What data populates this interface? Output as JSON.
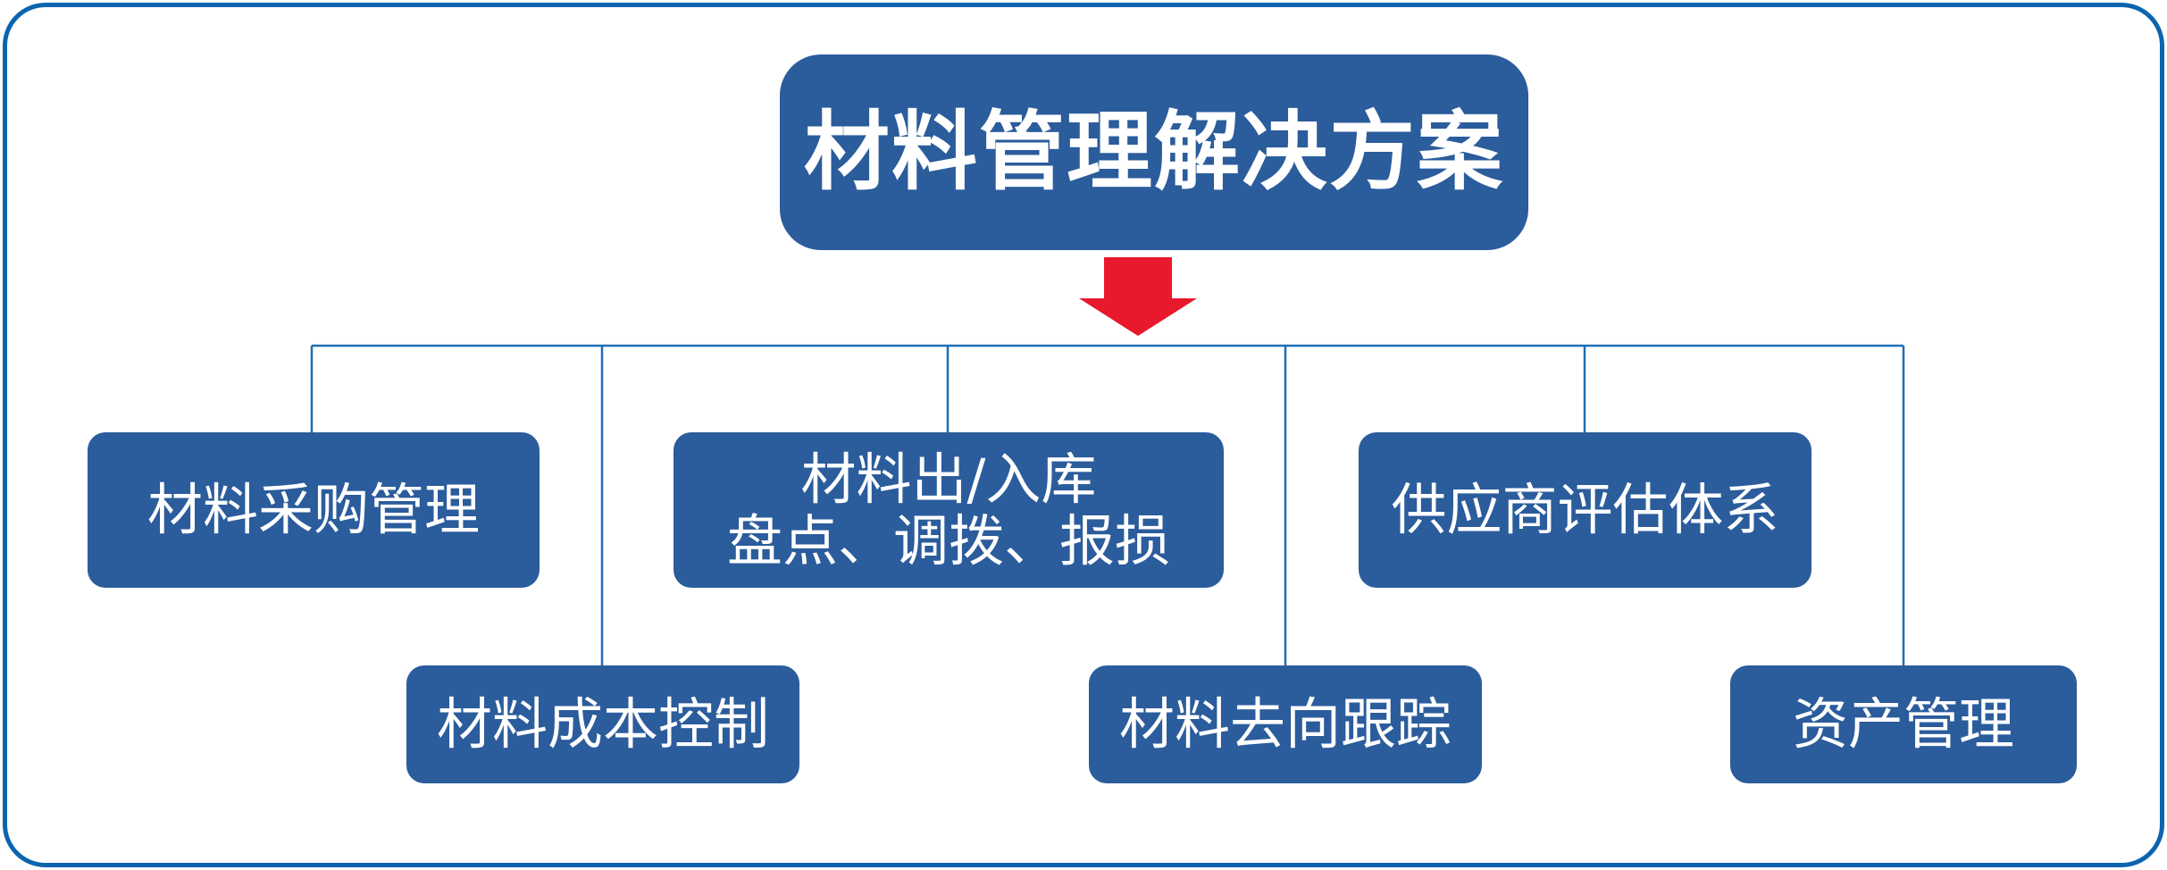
{
  "colors": {
    "frame": "#0b64ae",
    "node_fill": "#2b5c9c",
    "node_text": "#ffffff",
    "connector": "#1c6fb5",
    "arrow": "#e8192c"
  },
  "root": {
    "label": "材料管理解决方案"
  },
  "arrow_icon": "down-arrow-icon",
  "children": {
    "caigou": {
      "label": "材料采购管理"
    },
    "churuku": {
      "line1": "材料出/入库",
      "line2": "盘点、调拨、报损"
    },
    "gongying": {
      "label": "供应商评估体系"
    },
    "chengben": {
      "label": "材料成本控制"
    },
    "quxiang": {
      "label": "材料去向跟踪"
    },
    "zichan": {
      "label": "资产管理"
    }
  }
}
